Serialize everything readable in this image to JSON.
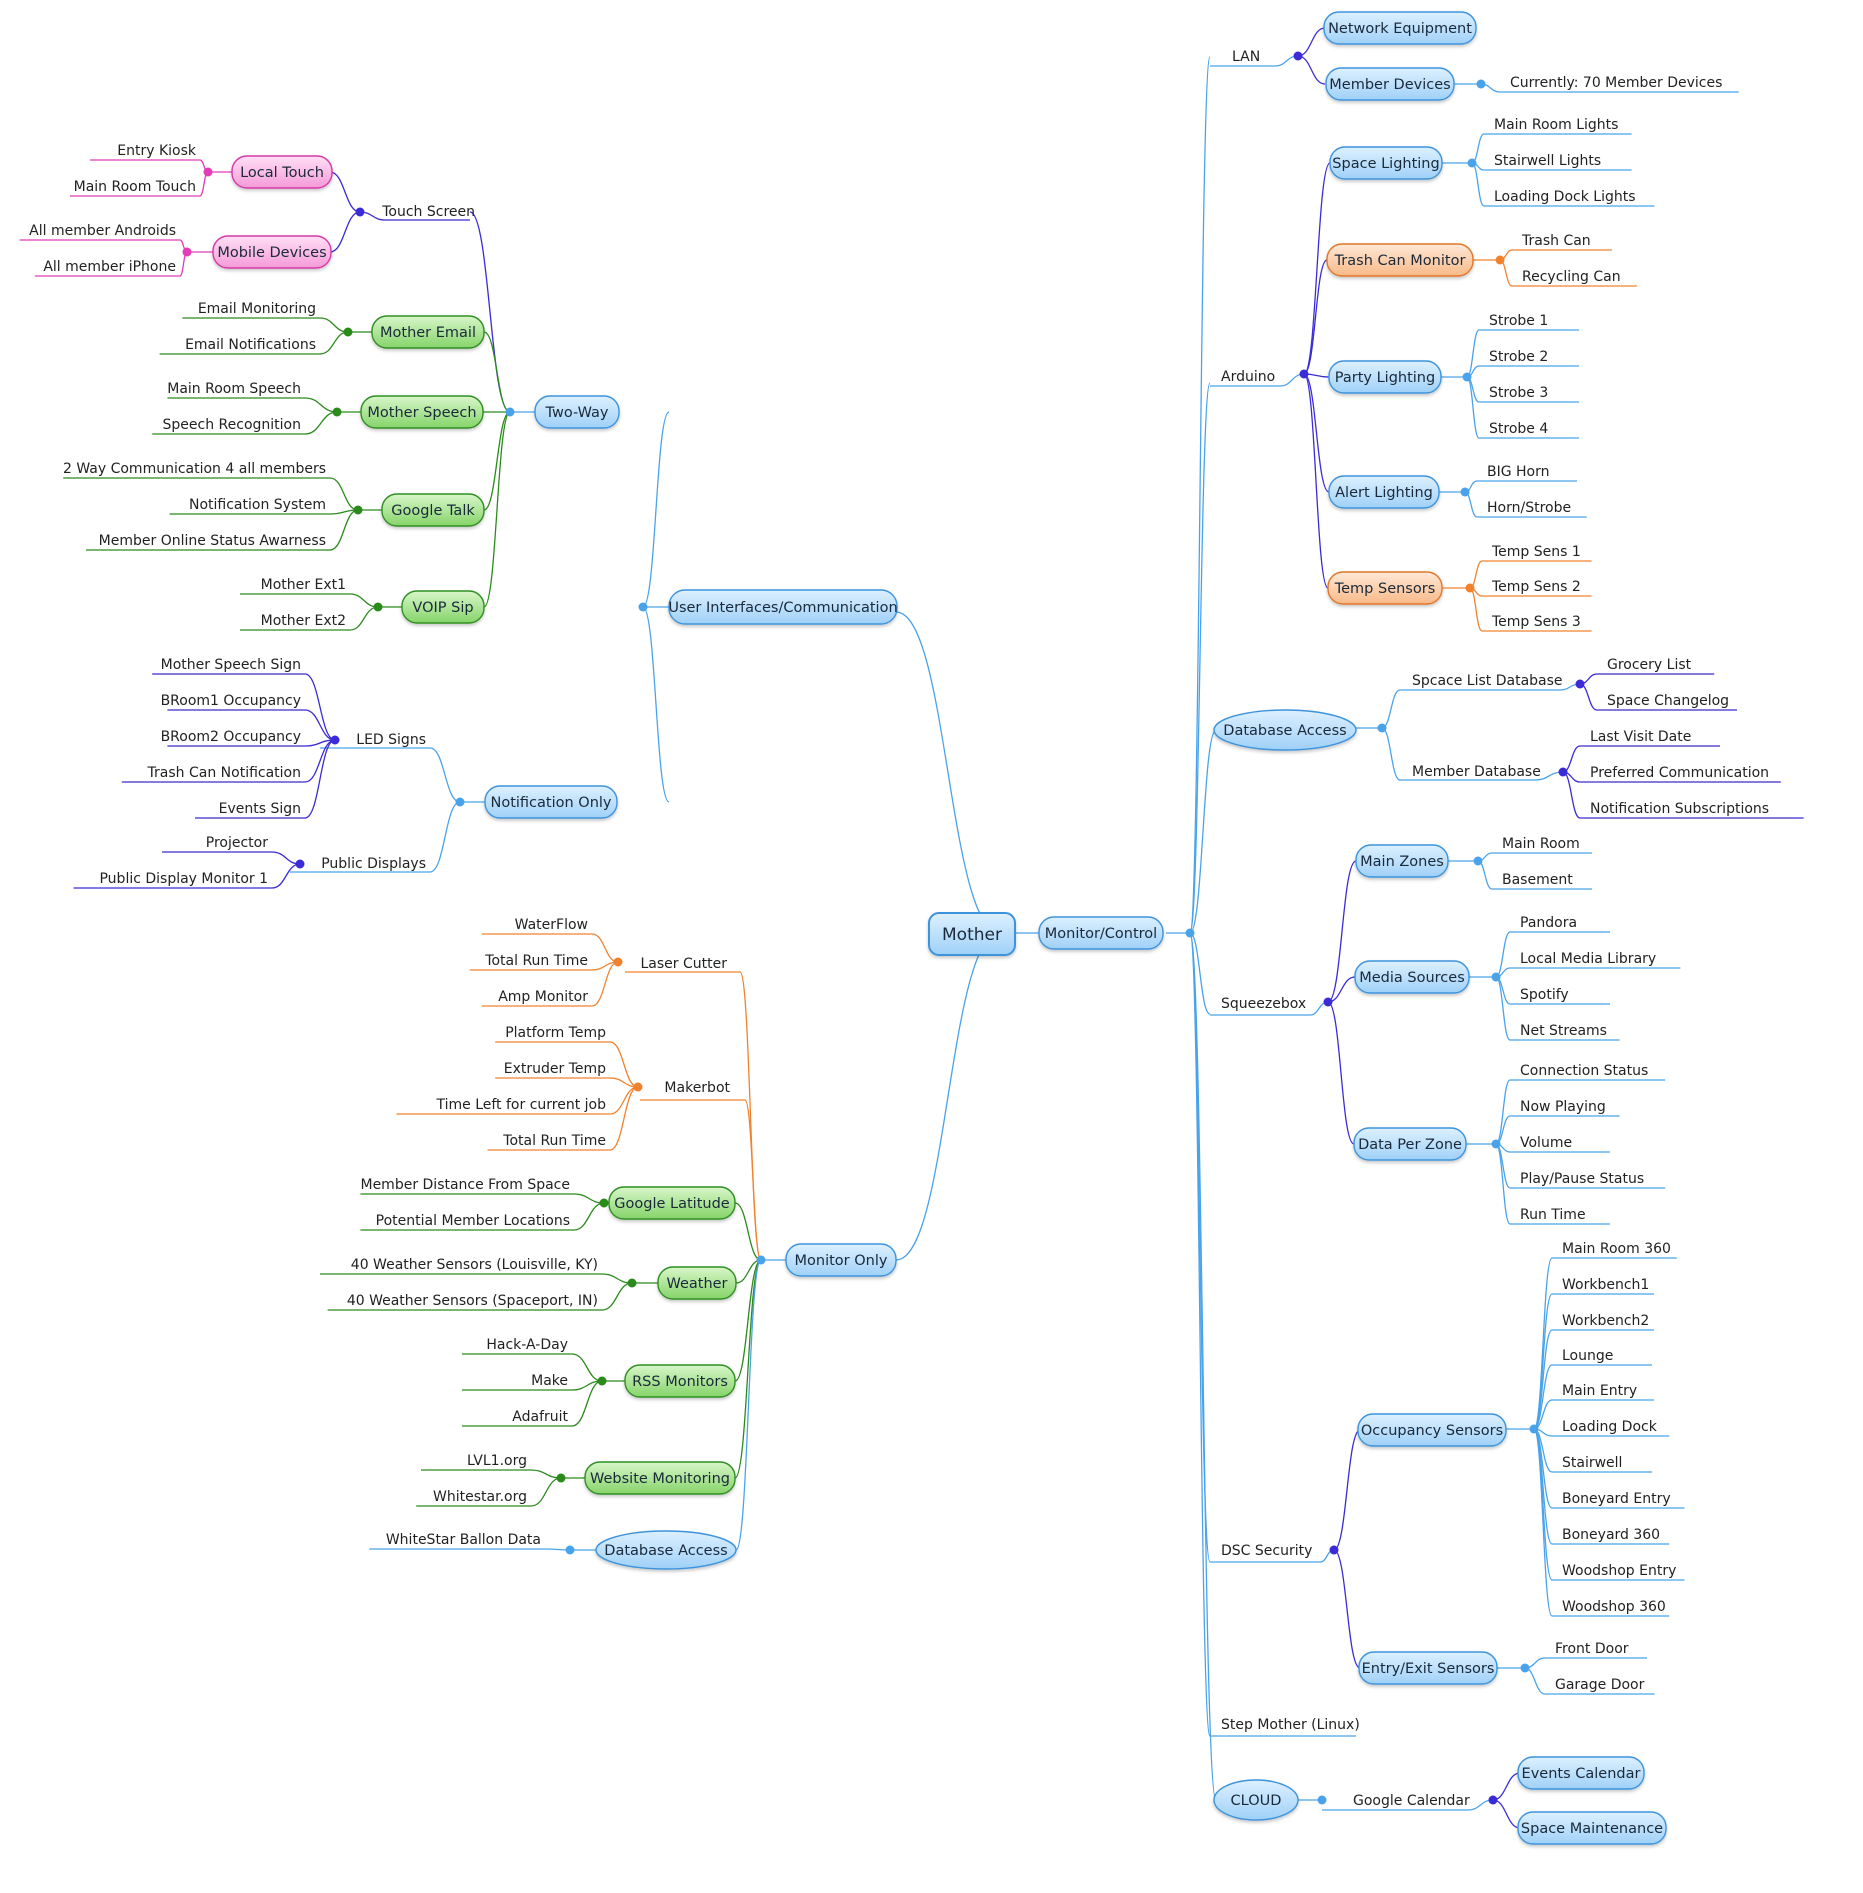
{
  "colors": {
    "blue": "#4aa3ea",
    "purple": "#3b2bd6",
    "orange": "#f0822d",
    "green": "#2b8a1c",
    "pink": "#e23cb7"
  },
  "root": {
    "label": "Mother"
  },
  "left": {
    "ui": {
      "label": "User Interfaces/Communication",
      "two_way": {
        "label": "Two-Way",
        "touch_screen": {
          "label": "Touch Screen",
          "local_touch": {
            "label": "Local Touch",
            "children": [
              "Entry Kiosk",
              "Main Room Touch"
            ]
          },
          "mobile_devices": {
            "label": "Mobile Devices",
            "children": [
              "All member Androids",
              "All member iPhone"
            ]
          }
        },
        "mother_email": {
          "label": "Mother Email",
          "children": [
            "Email Monitoring",
            "Email Notifications"
          ]
        },
        "mother_speech": {
          "label": "Mother Speech",
          "children": [
            "Main Room Speech",
            "Speech Recognition"
          ]
        },
        "google_talk": {
          "label": "Google Talk",
          "children": [
            "2 Way Communication 4 all members",
            "Notification System",
            "Member Online  Status Awarness"
          ]
        },
        "voip": {
          "label": "VOIP Sip",
          "children": [
            "Mother Ext1",
            "Mother Ext2"
          ]
        }
      },
      "notification_only": {
        "label": "Notification Only",
        "led_signs": {
          "label": "LED Signs",
          "children": [
            "Mother Speech Sign",
            "BRoom1 Occupancy",
            "BRoom2 Occupancy",
            "Trash Can Notification",
            "Events Sign"
          ]
        },
        "public_displays": {
          "label": "Public Displays",
          "children": [
            "Projector",
            "Public Display Monitor 1"
          ]
        }
      }
    },
    "monitor_only": {
      "label": "Monitor Only",
      "laser_cutter": {
        "label": "Laser Cutter",
        "children": [
          "WaterFlow",
          "Total Run Time",
          "Amp Monitor"
        ]
      },
      "makerbot": {
        "label": "Makerbot",
        "children": [
          "Platform Temp",
          "Extruder Temp",
          "Time Left  for current job",
          "Total Run Time"
        ]
      },
      "google_latitude": {
        "label": "Google Latitude",
        "children": [
          "Member Distance From Space",
          "Potential Member Locations"
        ]
      },
      "weather": {
        "label": "Weather",
        "children": [
          "40 Weather Sensors (Louisville, KY)",
          "40 Weather Sensors (Spaceport, IN)"
        ]
      },
      "rss": {
        "label": "RSS Monitors",
        "children": [
          "Hack-A-Day",
          "Make",
          "Adafruit"
        ]
      },
      "website": {
        "label": "Website Monitoring",
        "children": [
          "LVL1.org",
          "Whitestar.org"
        ]
      },
      "database": {
        "label": "Database Access",
        "children": [
          "WhiteStar Ballon Data"
        ]
      }
    }
  },
  "right": {
    "monitor_control": {
      "label": "Monitor/Control",
      "lan": {
        "label": "LAN",
        "network_equipment": {
          "label": "Network Equipment"
        },
        "member_devices": {
          "label": "Member Devices",
          "children": [
            "Currently: 70 Member Devices"
          ]
        }
      },
      "arduino": {
        "label": "Arduino",
        "space_lighting": {
          "label": "Space Lighting",
          "children": [
            "Main Room Lights",
            "Stairwell Lights",
            "Loading Dock Lights"
          ]
        },
        "trash_can_monitor": {
          "label": "Trash Can Monitor",
          "children": [
            "Trash Can",
            "Recycling Can"
          ]
        },
        "party_lighting": {
          "label": "Party Lighting",
          "children": [
            "Strobe 1",
            "Strobe 2",
            "Strobe 3",
            "Strobe 4"
          ]
        },
        "alert_lighting": {
          "label": "Alert Lighting",
          "children": [
            "BIG Horn",
            "Horn/Strobe"
          ]
        },
        "temp_sensors": {
          "label": "Temp Sensors",
          "children": [
            "Temp Sens 1",
            "Temp Sens 2",
            "Temp Sens 3"
          ]
        }
      },
      "database_access": {
        "label": "Database Access",
        "space_list": {
          "label": "Spcace List Database",
          "children": [
            "Grocery List",
            "Space Changelog"
          ]
        },
        "member_db": {
          "label": "Member Database",
          "children": [
            "Last Visit Date",
            "Preferred Communication",
            "Notification Subscriptions"
          ]
        }
      },
      "squeezebox": {
        "label": "Squeezebox",
        "main_zones": {
          "label": "Main Zones",
          "children": [
            "Main Room",
            "Basement"
          ]
        },
        "media_sources": {
          "label": "Media Sources",
          "children": [
            "Pandora",
            "Local Media Library",
            "Spotify",
            "Net Streams"
          ]
        },
        "data_per_zone": {
          "label": "Data Per Zone",
          "children": [
            "Connection Status",
            "Now Playing",
            "Volume",
            "Play/Pause Status",
            "Run Time"
          ]
        }
      },
      "dsc_security": {
        "label": "DSC Security",
        "occupancy": {
          "label": "Occupancy Sensors",
          "children": [
            "Main Room 360",
            "Workbench1",
            "Workbench2",
            "Lounge",
            "Main Entry",
            "Loading Dock",
            "Stairwell",
            "Boneyard Entry",
            "Boneyard 360",
            "Woodshop Entry",
            "Woodshop 360"
          ]
        },
        "entry_exit": {
          "label": "Entry/Exit Sensors",
          "children": [
            "Front Door",
            "Garage Door"
          ]
        }
      },
      "step_mother": {
        "label": "Step Mother (Linux)"
      },
      "cloud": {
        "label": "CLOUD",
        "google_calendar": {
          "label": "Google Calendar",
          "events_calendar": {
            "label": "Events Calendar"
          },
          "space_maintenance": {
            "label": "Space Maintenance"
          }
        }
      }
    }
  }
}
